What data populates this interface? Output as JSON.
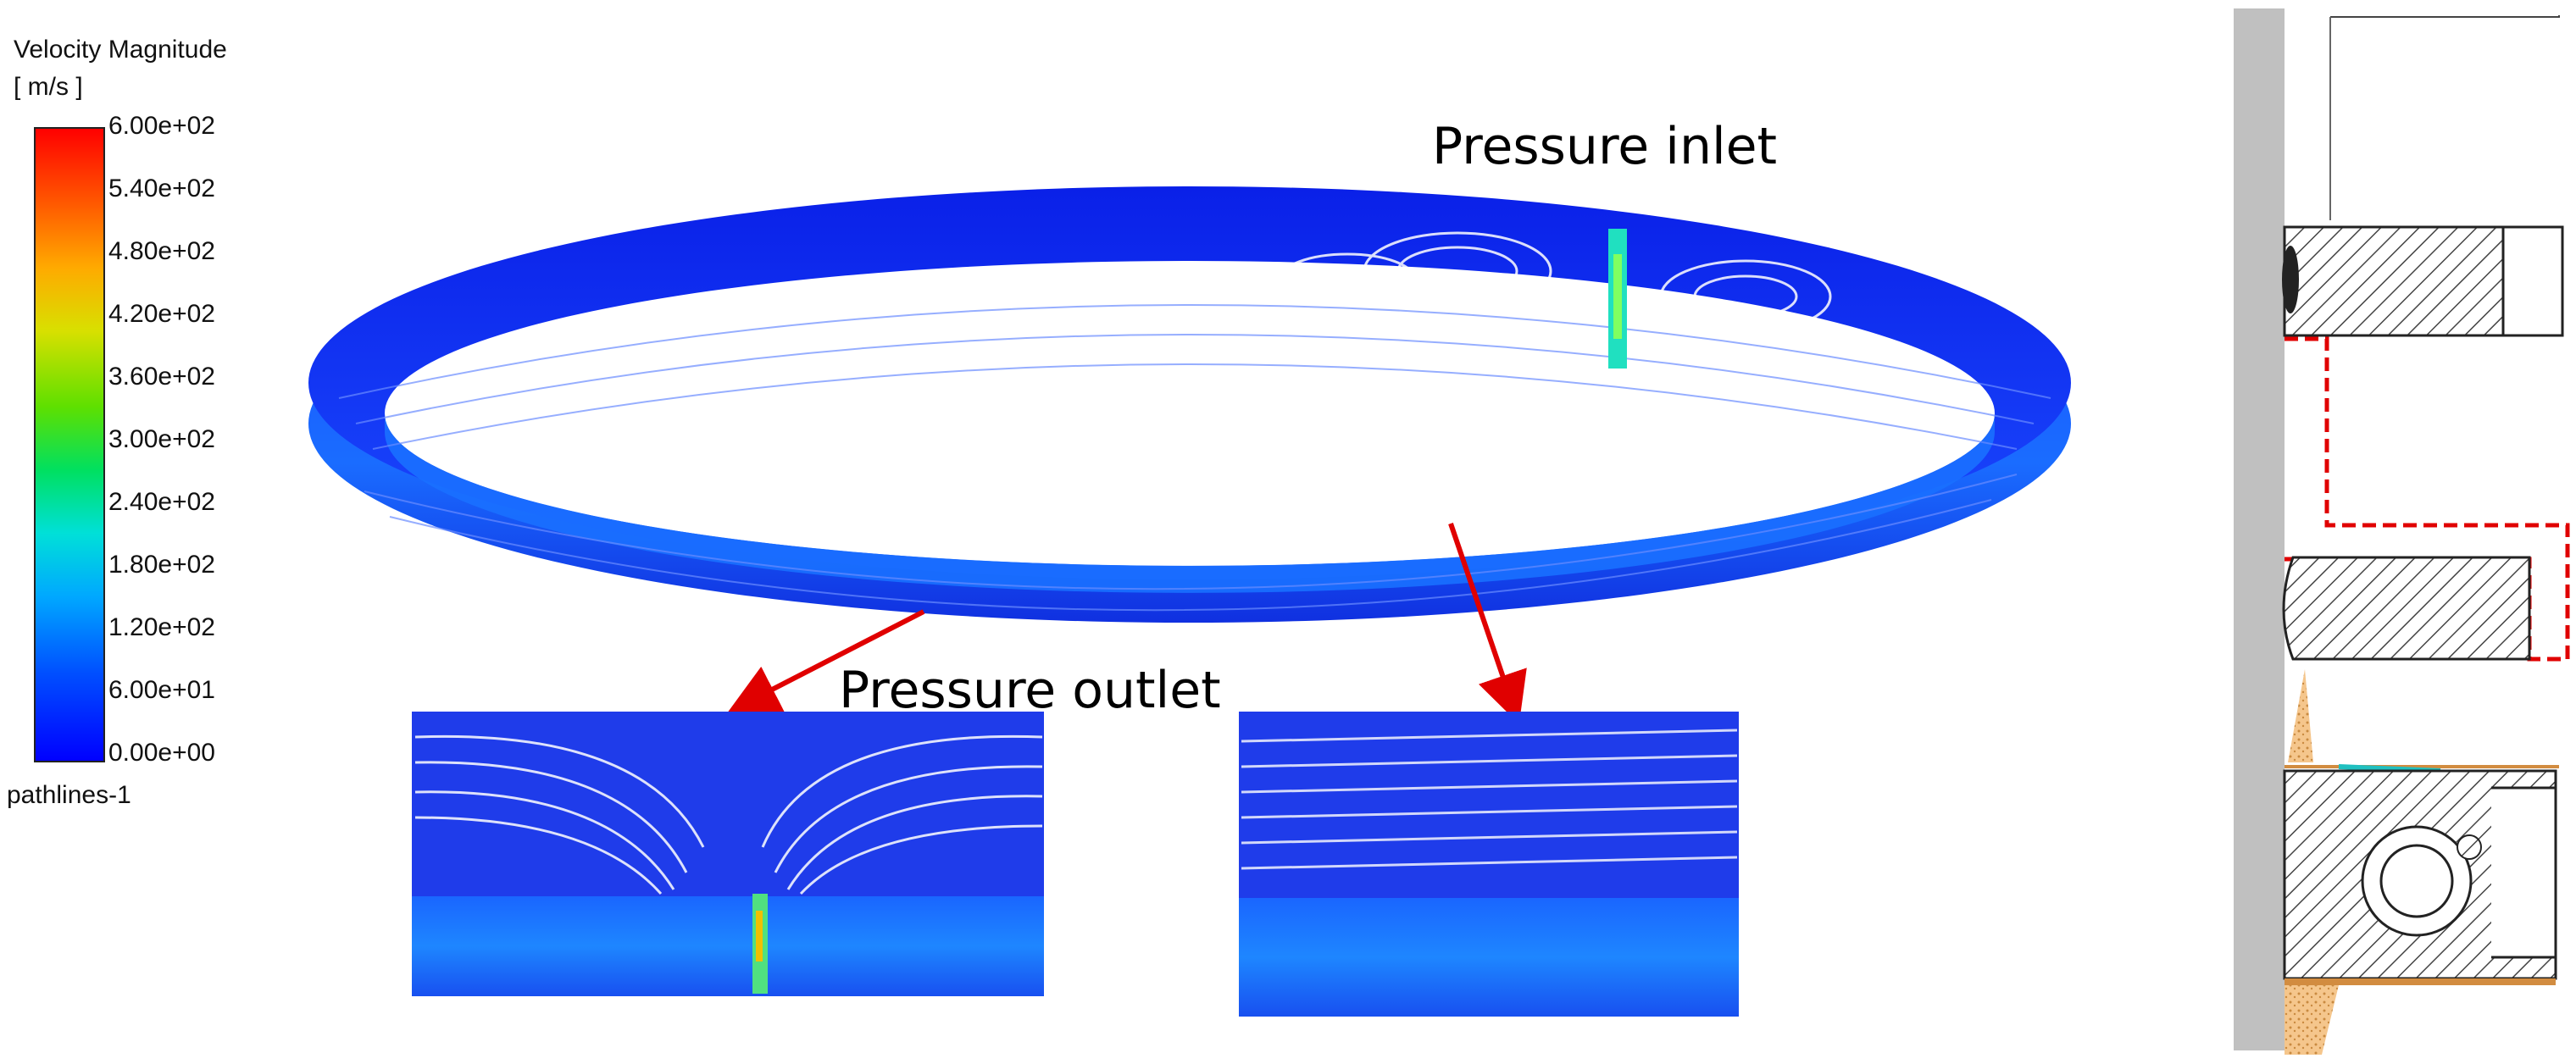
{
  "legend": {
    "title": "Velocity Magnitude",
    "unit": "[ m/s ]",
    "ticks": [
      "6.00e+02",
      "5.40e+02",
      "4.80e+02",
      "4.20e+02",
      "3.60e+02",
      "3.00e+02",
      "2.40e+02",
      "1.80e+02",
      "1.20e+02",
      "6.00e+01",
      "0.00e+00"
    ],
    "footer": "pathlines-1",
    "colors": [
      "#ff0000",
      "#ff8000",
      "#ffd000",
      "#60e000",
      "#00e0e0",
      "#0050ff",
      "#0000ff"
    ]
  },
  "annotations": {
    "inlet": "Pressure inlet",
    "outlet": "Pressure outlet"
  },
  "colors": {
    "flow_blue": "#1a3cf0",
    "arrow_red": "#e00000",
    "dash_red": "#e00000",
    "wall_gray": "#c0c0c0"
  }
}
